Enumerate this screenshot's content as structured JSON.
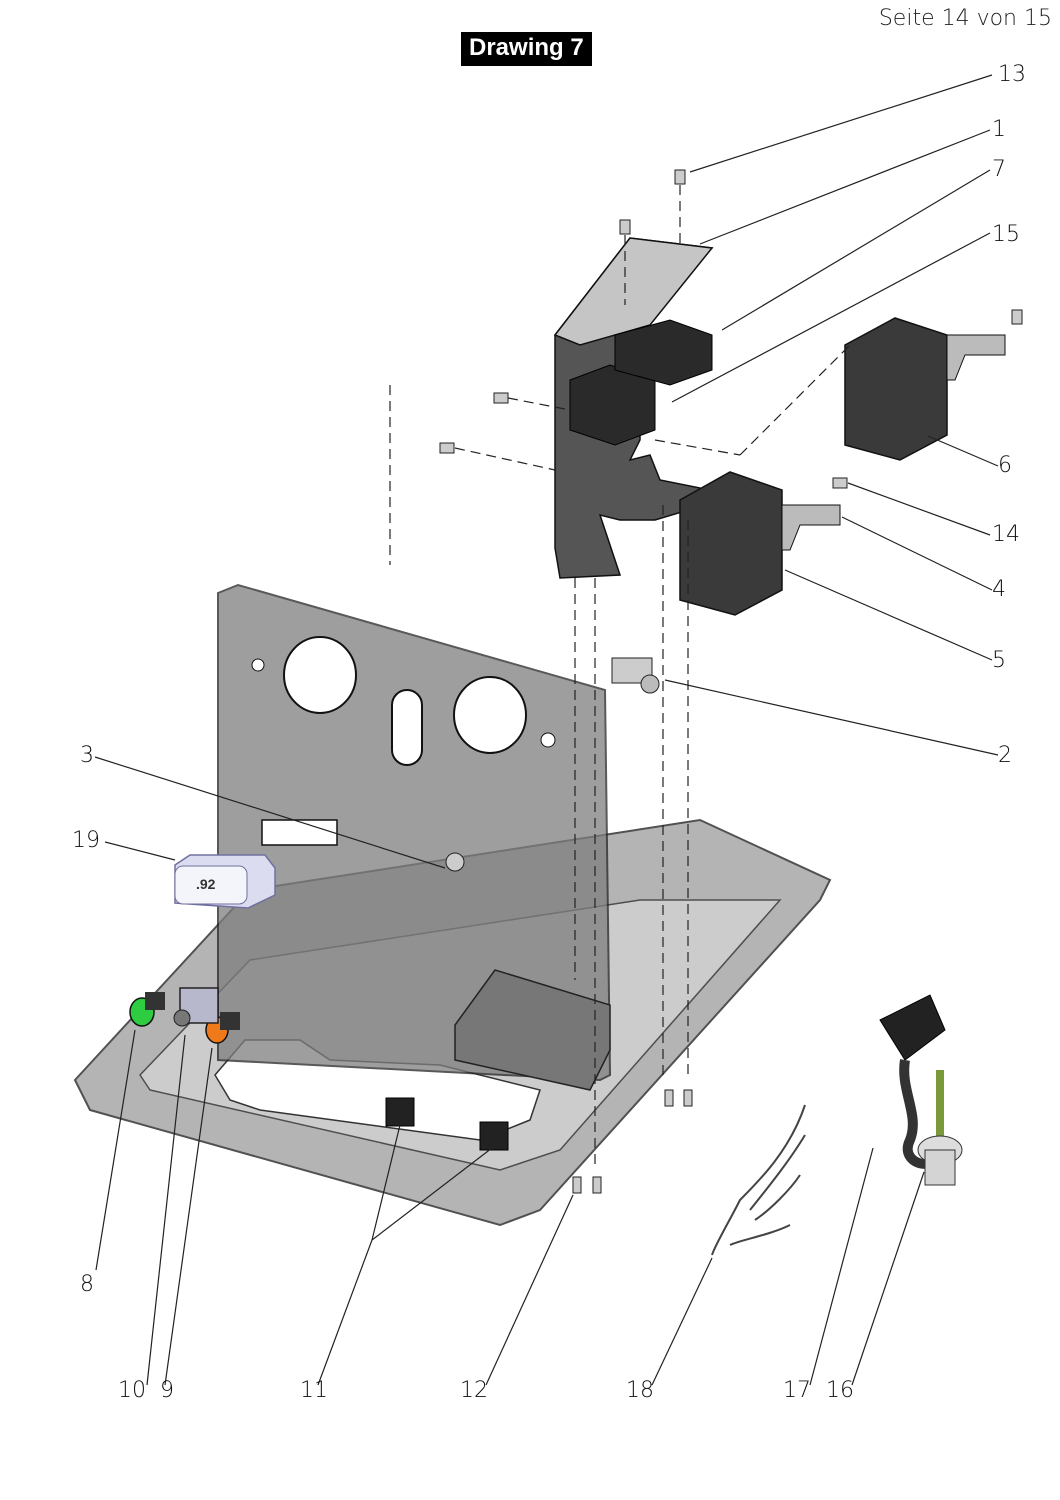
{
  "header": {
    "page_indicator": "Seite 14 von 15",
    "title": "Drawing 7"
  },
  "display_readout": ".92",
  "callouts": [
    {
      "id": "13",
      "label": "13"
    },
    {
      "id": "1",
      "label": "1"
    },
    {
      "id": "7",
      "label": "7"
    },
    {
      "id": "15",
      "label": "15"
    },
    {
      "id": "6",
      "label": "6"
    },
    {
      "id": "14",
      "label": "14"
    },
    {
      "id": "4",
      "label": "4"
    },
    {
      "id": "5",
      "label": "5"
    },
    {
      "id": "2",
      "label": "2"
    },
    {
      "id": "3",
      "label": "3"
    },
    {
      "id": "19",
      "label": "19"
    },
    {
      "id": "8",
      "label": "8"
    },
    {
      "id": "10",
      "label": "10"
    },
    {
      "id": "9",
      "label": "9"
    },
    {
      "id": "11",
      "label": "11"
    },
    {
      "id": "12",
      "label": "12"
    },
    {
      "id": "18",
      "label": "18"
    },
    {
      "id": "17",
      "label": "17"
    },
    {
      "id": "16",
      "label": "16"
    }
  ],
  "colors": {
    "lamp_green": "#2ecc40",
    "lamp_orange": "#f07a1a",
    "housing": "#3a3a3a",
    "panel": "#8a8a8a"
  }
}
